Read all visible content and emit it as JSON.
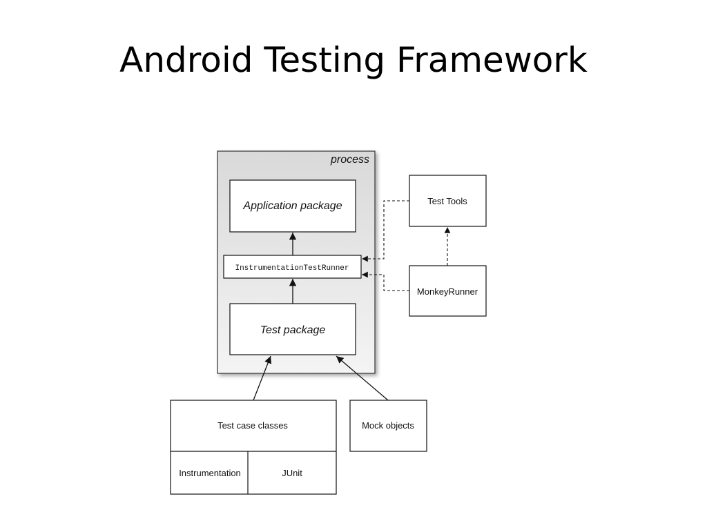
{
  "slide": {
    "title": "Android Testing Framework"
  },
  "diagram": {
    "process_label": "process",
    "application_package": "Application package",
    "instrumentation_runner": "InstrumentationTestRunner",
    "test_package": "Test package",
    "test_tools": "Test Tools",
    "monkey_runner": "MonkeyRunner",
    "test_case_classes": "Test case classes",
    "instrumentation": "Instrumentation",
    "junit": "JUnit",
    "mock_objects": "Mock objects"
  }
}
